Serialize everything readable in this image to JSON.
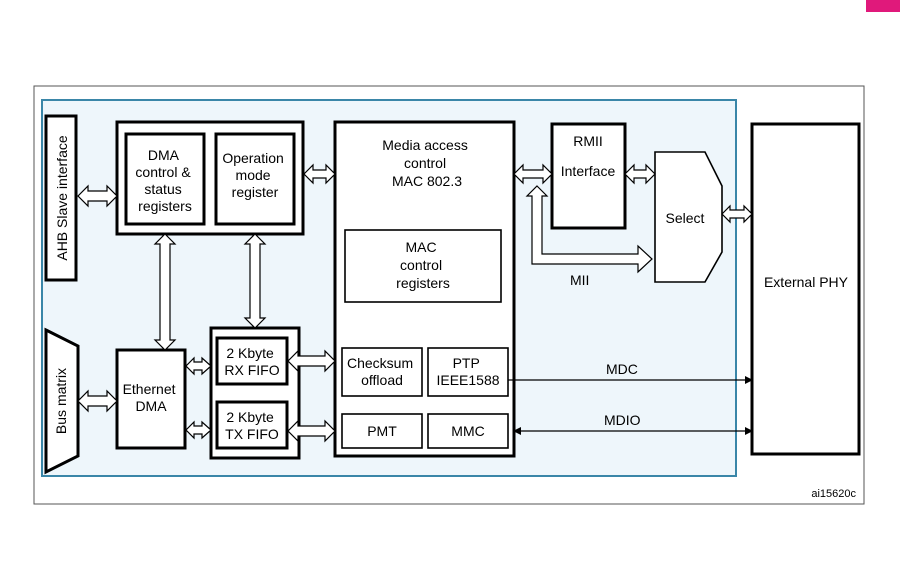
{
  "accent_color": "#e0197b",
  "panel_color": "#eef6fb",
  "panel_border_color": "#3a86a8",
  "blocks": {
    "ahb_slave": "AHB Slave interface",
    "bus_matrix": "Bus matrix",
    "dma_control": [
      "DMA",
      "control &",
      "status",
      "registers"
    ],
    "operation_mode": [
      "Operation",
      "mode",
      "register"
    ],
    "ethernet_dma": [
      "Ethernet",
      "DMA"
    ],
    "rx_fifo": [
      "2 Kbyte",
      "RX FIFO"
    ],
    "tx_fifo": [
      "2 Kbyte",
      "TX FIFO"
    ],
    "mac_title": [
      "Media access",
      "control",
      "MAC 802.3"
    ],
    "mac_control": [
      "MAC",
      "control",
      "registers"
    ],
    "checksum": [
      "Checksum",
      "offload"
    ],
    "ptp": [
      "PTP",
      "IEEE1588"
    ],
    "pmt": "PMT",
    "mmc": "MMC",
    "rmii": [
      "RMII",
      "Interface"
    ],
    "select": "Select",
    "external_phy": "External PHY"
  },
  "signals": {
    "mii": "MII",
    "mdc": "MDC",
    "mdio": "MDIO"
  },
  "figure_id": "ai15620c"
}
